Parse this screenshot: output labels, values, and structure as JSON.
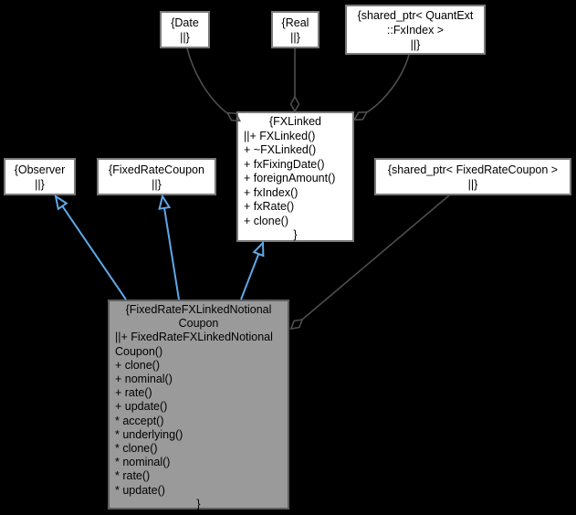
{
  "diagram": {
    "kind": "uml-collaboration-graph",
    "colors": {
      "background": "#000000",
      "node_fill": "#ffffff",
      "node_border": "#7a7a7a",
      "focus_node_fill": "#9a9a9a",
      "focus_node_border": "#5e5e5e",
      "aggregation_edge": "#4e4e4e",
      "inheritance_edge": "#5fa8e8",
      "text": "#000000"
    },
    "nodes": {
      "date": {
        "lines": [
          "{Date",
          "||}"
        ]
      },
      "real": {
        "lines": [
          "{Real",
          "||}"
        ]
      },
      "fxindex_ptr": {
        "lines": [
          "{shared_ptr< QuantExt",
          "::FxIndex >",
          "||}"
        ]
      },
      "fxlinked": {
        "lines": [
          "{FXLinked",
          "||+ FXLinked()",
          "+ ~FXLinked()",
          "+ fxFixingDate()",
          "+ foreignAmount()",
          "+ fxIndex()",
          "+ fxRate()",
          "+ clone()",
          "}"
        ]
      },
      "observer": {
        "lines": [
          "{Observer",
          "||}"
        ]
      },
      "fixed_rate_coupon": {
        "lines": [
          "{FixedRateCoupon",
          "||}"
        ]
      },
      "fixed_rate_coupon_ptr": {
        "lines": [
          "{shared_ptr< FixedRateCoupon >",
          "||}"
        ]
      },
      "main": {
        "lines": [
          "{FixedRateFXLinkedNotional",
          "Coupon",
          "||+ FixedRateFXLinkedNotional",
          "Coupon()",
          "+ clone()",
          "+ nominal()",
          "+ rate()",
          "+ update()",
          "* accept()",
          "* underlying()",
          "* clone()",
          "* nominal()",
          "* rate()",
          "* update()",
          "}"
        ]
      }
    },
    "edges": [
      {
        "from": "date",
        "to": "fxlinked",
        "type": "aggregation"
      },
      {
        "from": "real",
        "to": "fxlinked",
        "type": "aggregation"
      },
      {
        "from": "fxindex_ptr",
        "to": "fxlinked",
        "type": "aggregation"
      },
      {
        "from": "fixed_rate_coupon_ptr",
        "to": "main",
        "type": "aggregation"
      },
      {
        "from": "main",
        "to": "observer",
        "type": "inheritance"
      },
      {
        "from": "main",
        "to": "fixed_rate_coupon",
        "type": "inheritance"
      },
      {
        "from": "main",
        "to": "fxlinked",
        "type": "inheritance"
      }
    ]
  }
}
